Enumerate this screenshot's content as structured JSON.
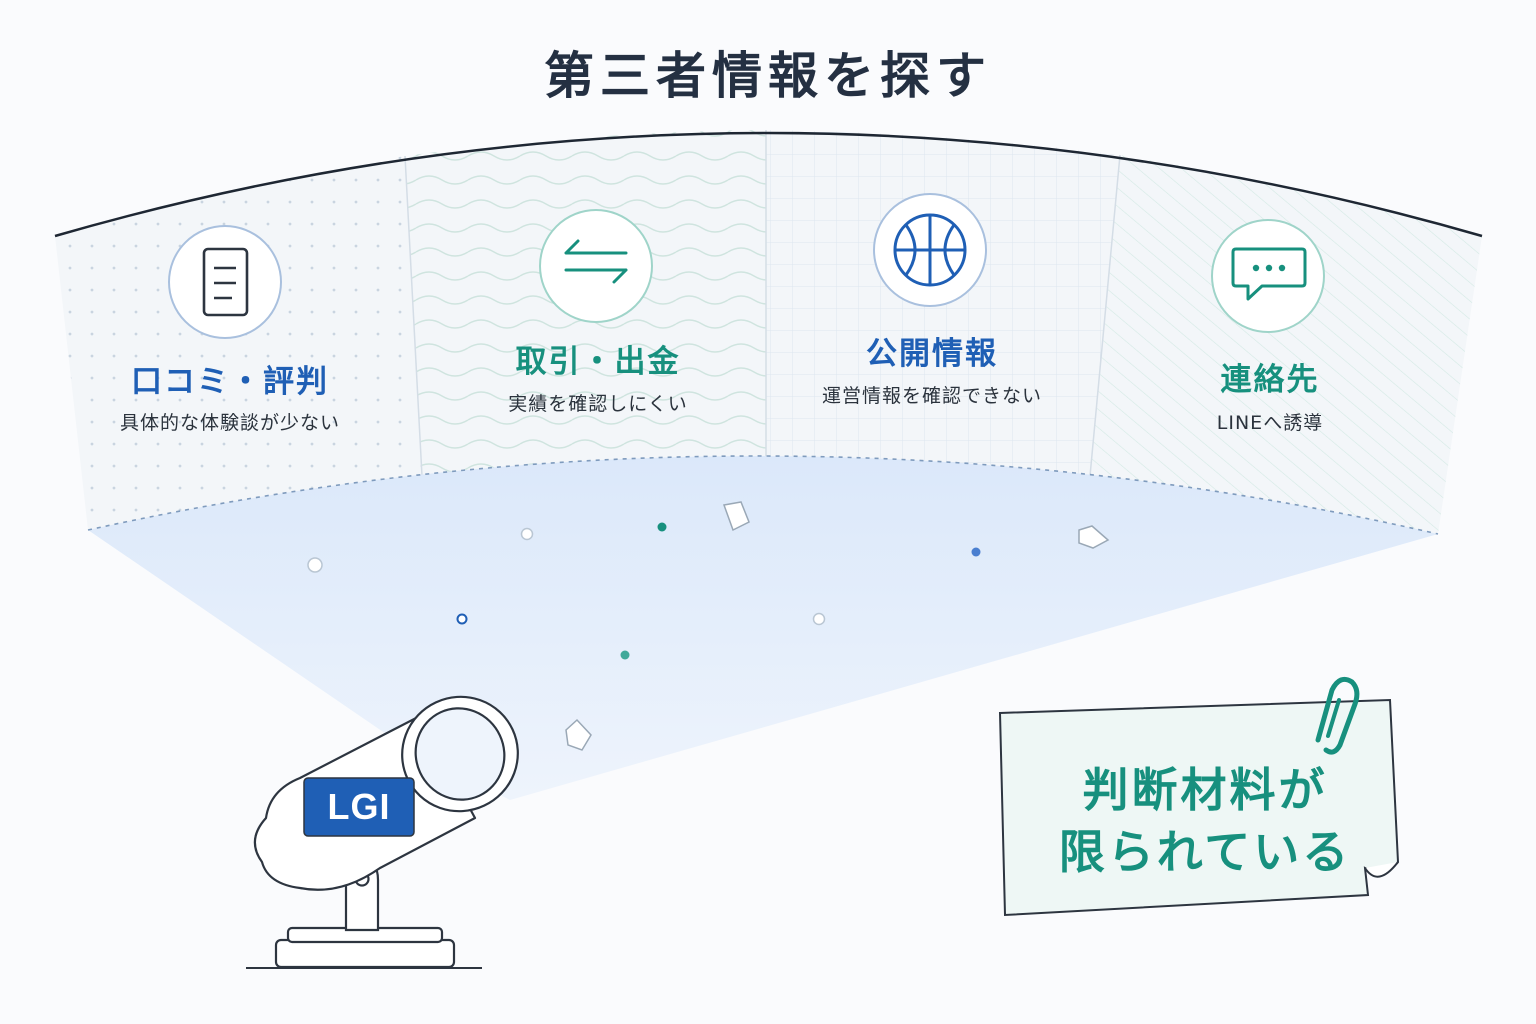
{
  "title": "第三者情報を探す",
  "categories": [
    {
      "icon": "document-icon",
      "title": "口コミ・評判",
      "subtitle": "具体的な体験談が少ない"
    },
    {
      "icon": "exchange-arrows-icon",
      "title": "取引・出金",
      "subtitle": "実績を確認しにくい"
    },
    {
      "icon": "basketball-icon",
      "title": "公開情報",
      "subtitle": "運営情報を確認できない"
    },
    {
      "icon": "chat-bubble-icon",
      "title": "連絡先",
      "subtitle": "LINEへ誘導"
    }
  ],
  "projector": {
    "label": "LGI"
  },
  "note": {
    "line1": "判断材料が",
    "line2": "限られている"
  },
  "colors": {
    "title": "#243042",
    "blue_accent": "#1f5fb5",
    "teal_accent": "#17907e",
    "beam": "#e3eefb",
    "note_bg": "#eef7f5",
    "label_bg": "#1f5fb5"
  }
}
